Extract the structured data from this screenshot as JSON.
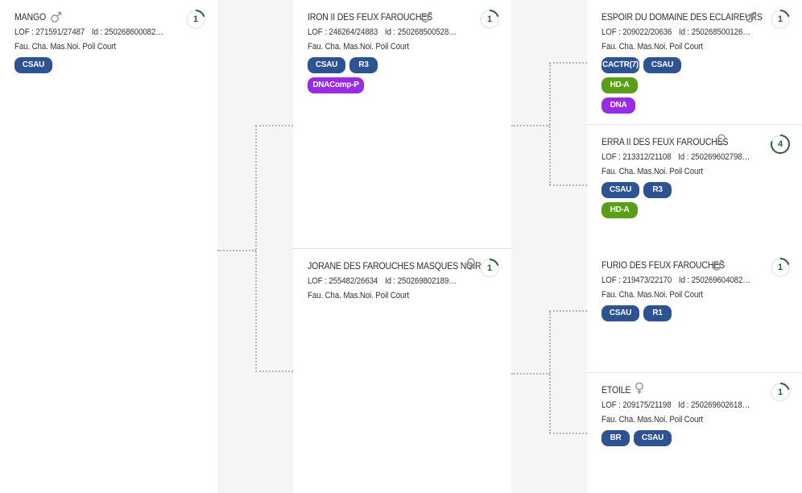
{
  "accent": {
    "tag_blue": "#2e5393",
    "tag_green": "#5a9e17",
    "tag_purple": "#9a2be5",
    "badge": "#2f5e31"
  },
  "cats": [
    {
      "name": "MANGO",
      "gender": "male",
      "lof": "LOF : 271591/27487",
      "id": "Id : 250268600082…",
      "desc": "Fau. Cha. Mas.Noi. Poil Court",
      "badge": "1",
      "tags": [
        [
          "CSAU"
        ]
      ]
    },
    {
      "name": "IRON II DES FEUX FAROUCHES",
      "gender": "male",
      "lof": "LOF : 246264/24883",
      "id": "Id : 250268500528…",
      "desc": "Fau. Cha. Mas.Noi. Poil Court",
      "badge": "1",
      "tags": [
        [
          "CSAU",
          "R3"
        ],
        [
          "DNAComp-P"
        ]
      ]
    },
    {
      "name": "JORANE DES FAROUCHES MASQUES NOIRS",
      "gender": "female",
      "lof": "LOF : 255482/26634",
      "id": "Id : 250269802189…",
      "desc": "Fau. Cha. Mas.Noi. Poil Court",
      "badge": "1",
      "tags": []
    },
    {
      "name": "ESPOIR DU DOMAINE DES ECLAIREURS",
      "gender": "male",
      "lof": "LOF : 209022/20636",
      "id": "Id : 250268500126…",
      "desc": "Fau. Cha. Mas.Noi. Poil Court",
      "badge": "1",
      "tags": [
        [
          "CACTR(7)",
          "CSAU"
        ],
        [
          "HD-A"
        ],
        [
          "DNA"
        ]
      ]
    },
    {
      "name": "ERRA II DES FEUX FAROUCHES",
      "gender": "female",
      "lof": "LOF : 213312/21108",
      "id": "Id : 250269602798…",
      "desc": "Fau. Cha. Mas.Noi. Poil Court",
      "badge": "4",
      "tags": [
        [
          "CSAU",
          "R3"
        ],
        [
          "HD-A"
        ]
      ]
    },
    {
      "name": "FURIO DES FEUX FAROUCHES",
      "gender": "male",
      "lof": "LOF : 219473/22170",
      "id": "Id : 250269604082…",
      "desc": "Fau. Cha. Mas.Noi. Poil Court",
      "badge": "1",
      "tags": [
        [
          "CSAU",
          "R1"
        ]
      ]
    },
    {
      "name": "ETOILE",
      "gender": "female",
      "lof": "LOF : 209175/21198",
      "id": "Id : 250269602618…",
      "desc": "Fau. Cha. Mas.Noi. Poil Court",
      "badge": "1",
      "tags": [
        [
          "BR",
          "CSAU"
        ]
      ]
    }
  ]
}
